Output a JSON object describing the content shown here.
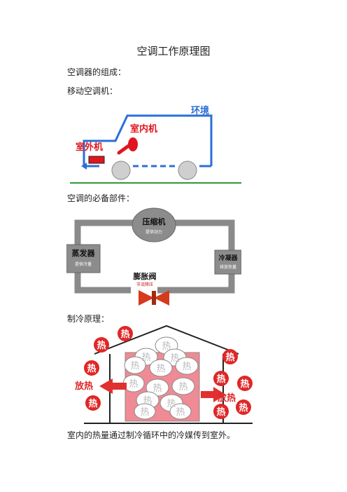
{
  "title": "空调工作原理图",
  "paragraphs": {
    "p1": "空调器的组成：",
    "p2": "移动空调机：",
    "p3": "空调的必备部件：",
    "p4": "制冷原理：",
    "p5": "室内的热量通过制冷循环中的冷媒传到室外。"
  },
  "fig1": {
    "environment": "环境",
    "indoor_unit": "室内机",
    "outdoor_unit": "室外机",
    "colors": {
      "blue": "#2b6fd6",
      "red": "#e0161f",
      "green": "#2e9a37"
    }
  },
  "fig2": {
    "compressor": "压缩机",
    "compressor_sub": "提供动力",
    "evaporator": "蒸发器",
    "evaporator_sub": "提供冷量",
    "condenser": "冷凝器",
    "condenser_sub": "排放热量",
    "expansion_valve": "膨胀阀",
    "expansion_valve_sub": "节流降压"
  },
  "fig3": {
    "heat": "热",
    "release_heat_left": "放热",
    "release_heat_right": "放热"
  }
}
